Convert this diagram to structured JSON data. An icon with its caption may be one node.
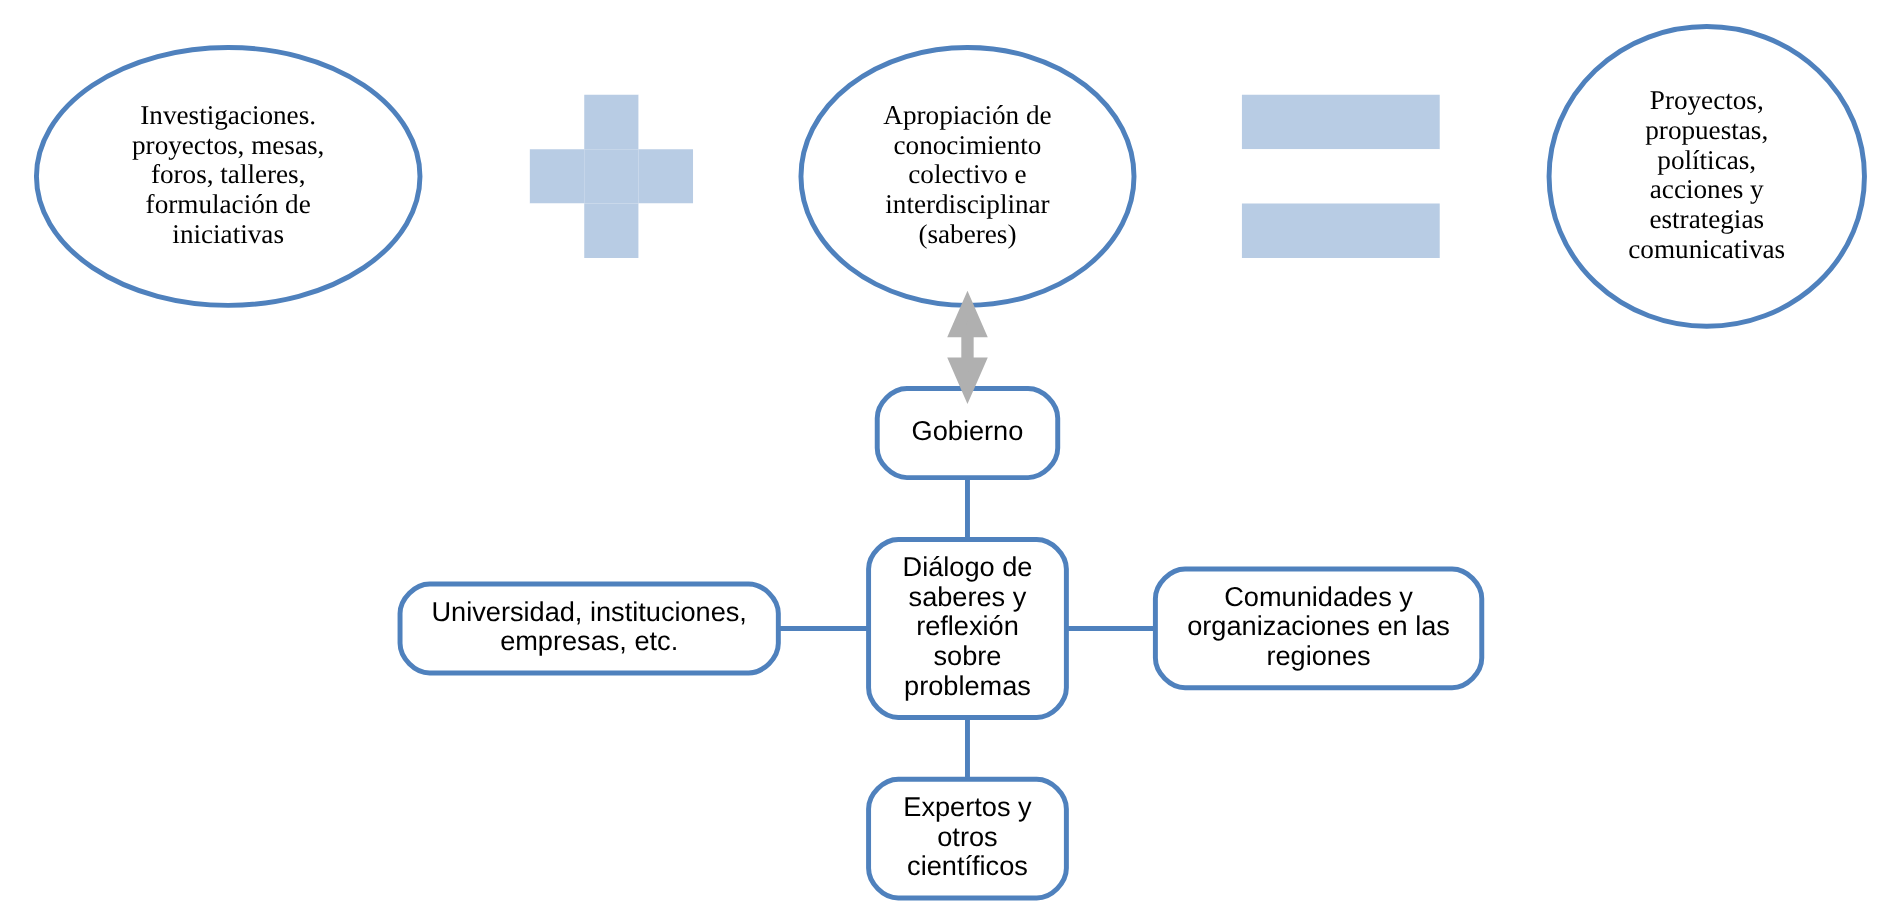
{
  "diagram": {
    "nodes": [
      {
        "text": [
          "Investigaciones. proyectos, mesas, foros, talleres, formulación de iniciativas"
        ]
      },
      {
        "text": [],
        "shape": "plus"
      },
      {
        "text": [
          "Apropiación de conocimiento colectivo e interdisciplinar (saberes)"
        ]
      },
      {
        "text": [],
        "shape": "equals"
      },
      {
        "text": [
          "Proyectos, propuestas, políticas, acciones y estrategias comunicativas"
        ]
      },
      {
        "text": [
          "Gobierno"
        ]
      },
      {
        "text": [
          "Universidad, instituciones, empresas, etc."
        ]
      },
      {
        "text": [
          "Diálogo de saberes y reflexión sobre problemas"
        ]
      },
      {
        "text": [
          "Comunidades y organizaciones en las regiones"
        ]
      },
      {
        "text": [
          "Expertos y otros científicos"
        ]
      }
    ],
    "edges": [
      {
        "from": 2,
        "to": 5,
        "arrow": "both",
        "style": "thick",
        "color": "#b0b0b0"
      },
      {
        "from": 5,
        "to": 7,
        "arrow": "none"
      },
      {
        "from": 6,
        "to": 7,
        "arrow": "none"
      },
      {
        "from": 7,
        "to": 8,
        "arrow": "none"
      },
      {
        "from": 7,
        "to": 9,
        "arrow": "none"
      }
    ]
  }
}
